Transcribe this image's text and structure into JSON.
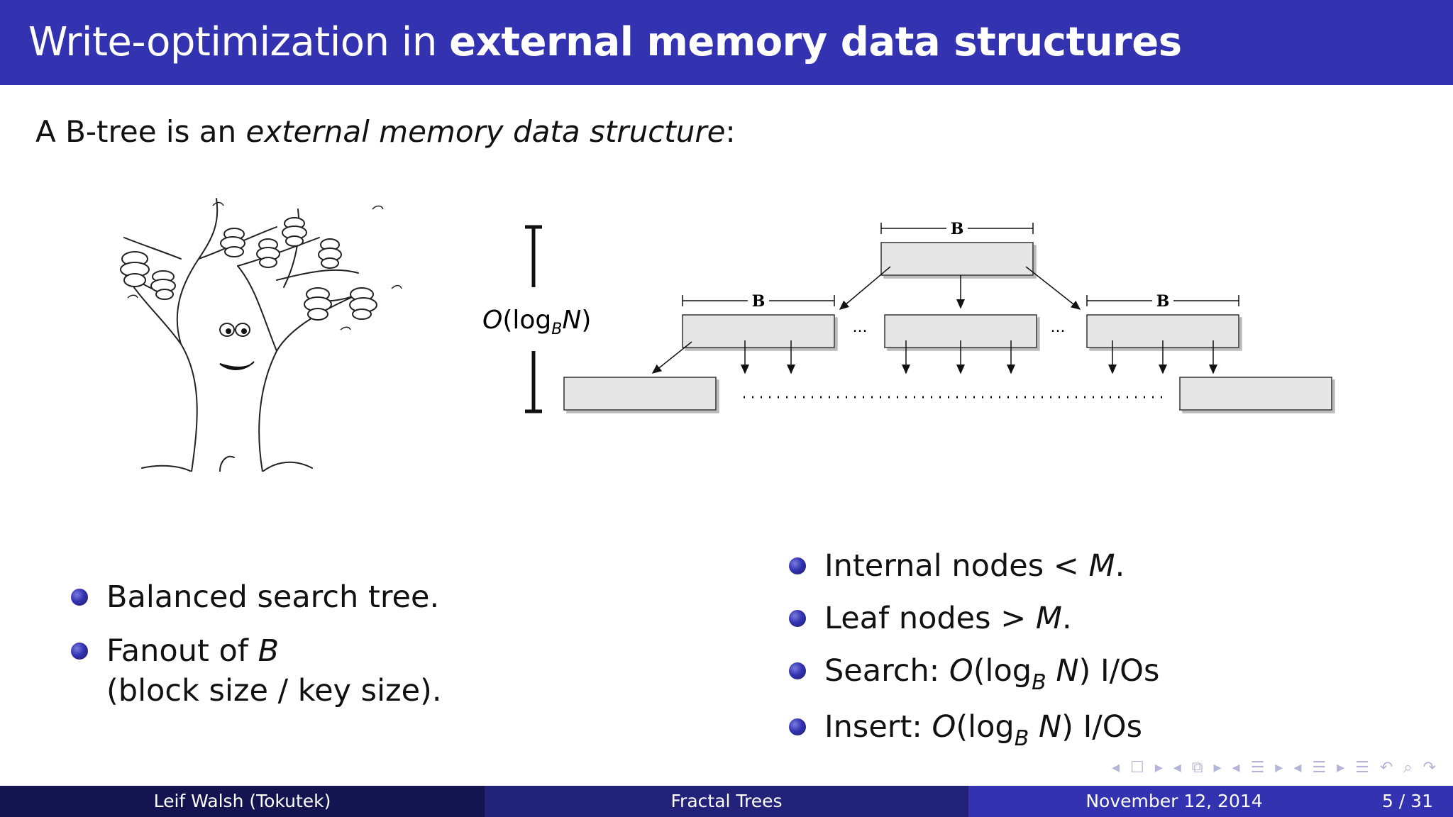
{
  "slide": {
    "title_plain": "Write-optimization in ",
    "title_bold": "external memory data structures",
    "intro_prefix": "A B-tree is an ",
    "intro_italic": "external memory data structure",
    "intro_suffix": ":"
  },
  "diagram": {
    "height_label_O": "O",
    "height_label_open": "(log",
    "height_label_sub": "B",
    "height_label_N": "N",
    "height_label_close": ")",
    "width_label": "B",
    "ellipsis": "..."
  },
  "left_bullets": [
    {
      "text": "Balanced search tree."
    },
    {
      "prefix": "Fanout of ",
      "italic": "B",
      "line2": "(block size / key size)."
    }
  ],
  "right_bullets": [
    {
      "prefix": "Internal nodes < ",
      "italic": "M",
      "suffix": "."
    },
    {
      "prefix": "Leaf nodes > ",
      "italic": "M",
      "suffix": "."
    },
    {
      "prefix": "Search: ",
      "O": "O",
      "mid": "(log",
      "sub": "B",
      "N": " N",
      "suffix": ") I/Os"
    },
    {
      "prefix": "Insert: ",
      "O": "O",
      "mid": "(log",
      "sub": "B",
      "N": " N",
      "suffix": ") I/Os"
    }
  ],
  "nav": {
    "symbols": "◂ ☐ ▸ ◂ ⧉ ▸ ◂ ☰ ▸ ◂ ☰ ▸   ☰   ↶ ⌕ ↷"
  },
  "footer": {
    "author": "Leif Walsh  (Tokutek)",
    "talk": "Fractal Trees",
    "date": "November 12, 2014",
    "page": "5 / 31"
  },
  "colors": {
    "theme": "#3333b2",
    "footer_left": "#141450",
    "footer_mid": "#22227a"
  }
}
